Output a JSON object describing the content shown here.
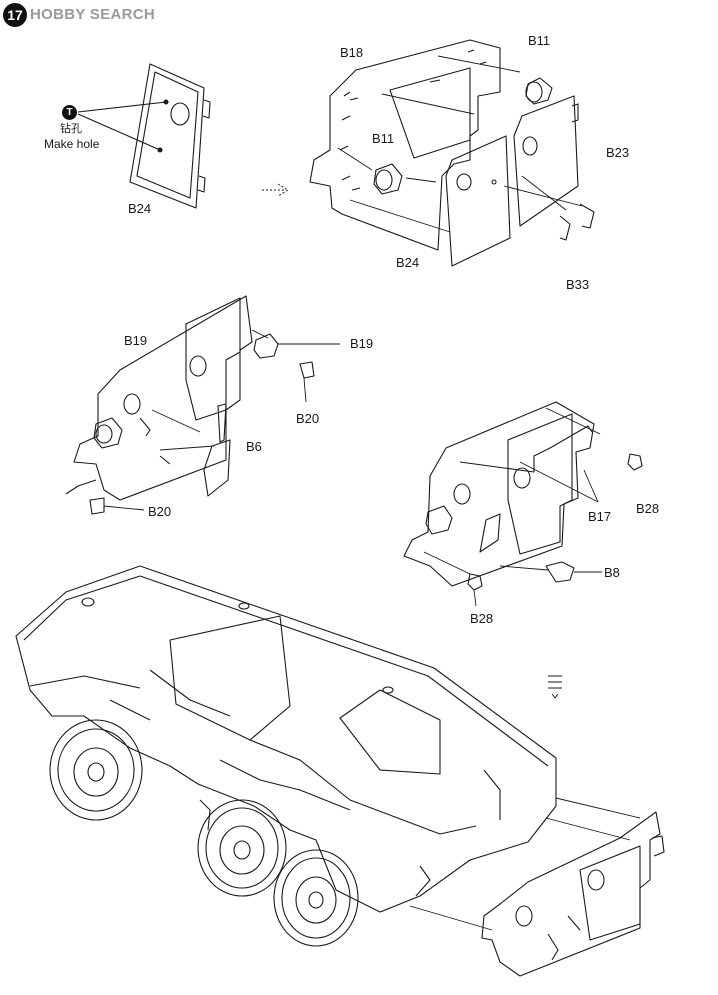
{
  "header": {
    "step_number": "17",
    "watermark": "HOBBY SEARCH"
  },
  "drill_note": {
    "symbol": "T",
    "text_cn": "钻孔",
    "text_en": "Make hole"
  },
  "callouts": {
    "b24_loose": "B24",
    "b18": "B18",
    "b11_top": "B11",
    "b11_mid": "B11",
    "b23": "B23",
    "b24_main": "B24",
    "b33": "B33",
    "b19_left": "B19",
    "b19_right": "B19",
    "b20_right": "B20",
    "b6": "B6",
    "b20_left": "B20",
    "b17": "B17",
    "b28_right": "B28",
    "b8": "B8",
    "b28_bottom": "B28"
  },
  "colors": {
    "line": "#1a1a1a",
    "badge": "#111111",
    "watermark": "#9a9a9a"
  }
}
